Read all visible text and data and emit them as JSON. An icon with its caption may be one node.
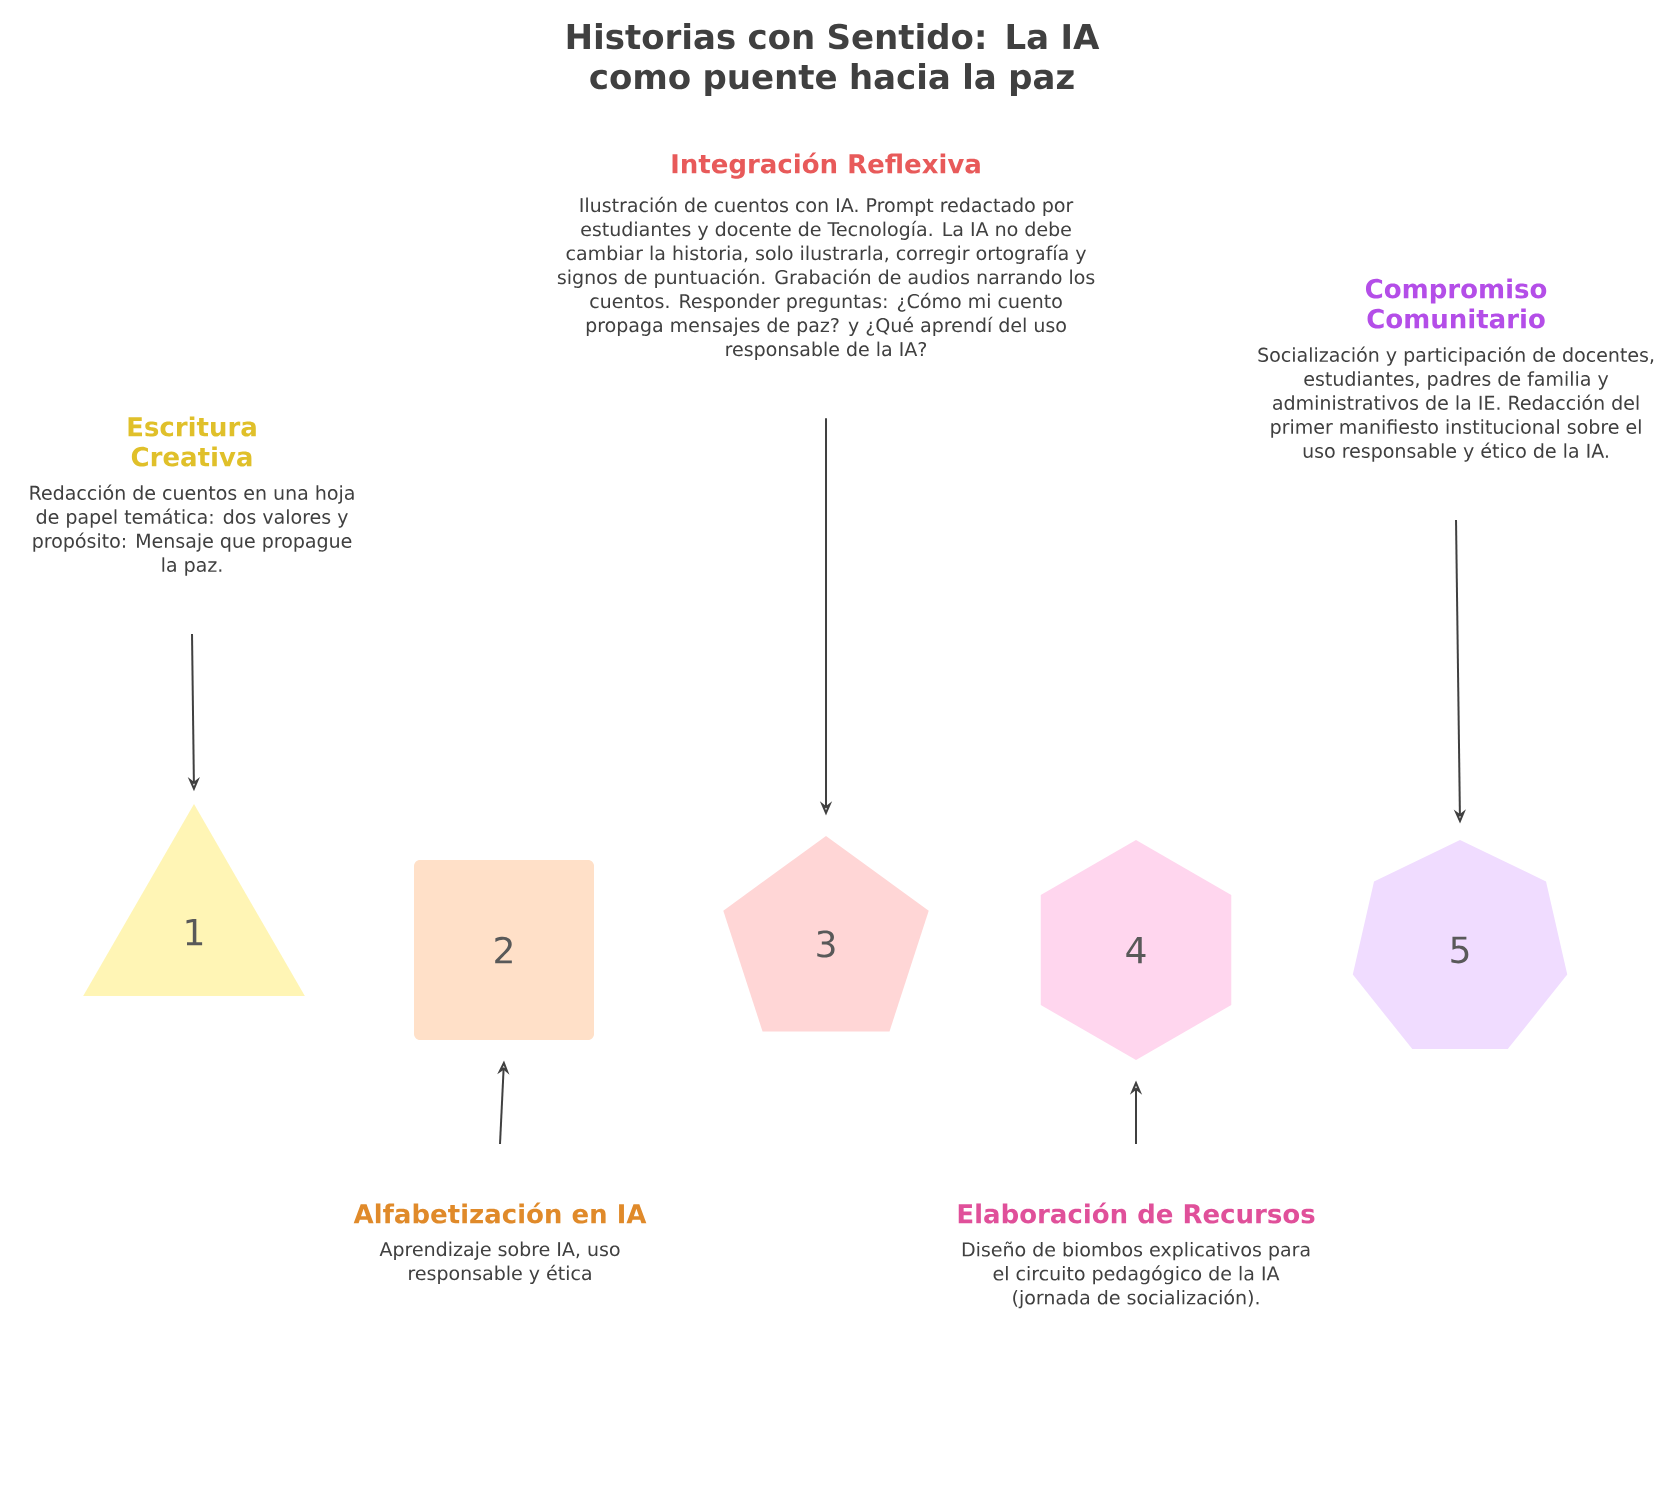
{
  "diagram": {
    "title": "Historias con Sentido: La IA como puente hacia la paz",
    "nodes": [
      {
        "text": [
          "Integración Reflexiva",
          "Ilustración de cuentos con IA. Prompt redactado por estudiantes y docente de Tecnología. La IA no debe cambiar la historia, solo ilustrarla, corregir ortografía y signos de puntuación. Grabación de audios narrando los cuentos. Responder preguntas: ¿Cómo mi cuento propaga mensajes de paz? y ¿Qué aprendí del uso responsable de la IA?"
        ]
      },
      {
        "text": [
          "Compromiso Comunitario",
          "Socialización y participación de docentes, estudiantes, padres de familia y administrativos de la IE. Redacción del primer manifiesto institucional sobre el uso responsable y ético de la IA."
        ]
      },
      {
        "text": [
          "Escritura Creativa",
          "Redacción de cuentos en una hoja de papel temática: dos valores y propósito: Mensaje que propague la paz."
        ]
      },
      {
        "text": [
          "1"
        ]
      },
      {
        "text": [
          "2"
        ]
      },
      {
        "text": [
          "3"
        ]
      },
      {
        "text": [
          "4"
        ]
      },
      {
        "text": [
          "5"
        ]
      },
      {
        "text": [
          "Alfabetización en IA",
          "Aprendizaje sobre IA, uso responsable y ética"
        ]
      },
      {
        "text": [
          "Elaboración de Recursos",
          "Diseño de biombos explicativos para el circuito pedagógico de la IA (jornada de socialización)."
        ]
      }
    ],
    "edges": [
      {
        "from": 2,
        "to": 3,
        "arrow": "to"
      },
      {
        "from": 8,
        "to": 4,
        "arrow": "to"
      },
      {
        "from": 0,
        "to": 5,
        "arrow": "to"
      },
      {
        "from": 9,
        "to": 6,
        "arrow": "to"
      },
      {
        "from": 1,
        "to": 7,
        "arrow": "to"
      }
    ]
  }
}
